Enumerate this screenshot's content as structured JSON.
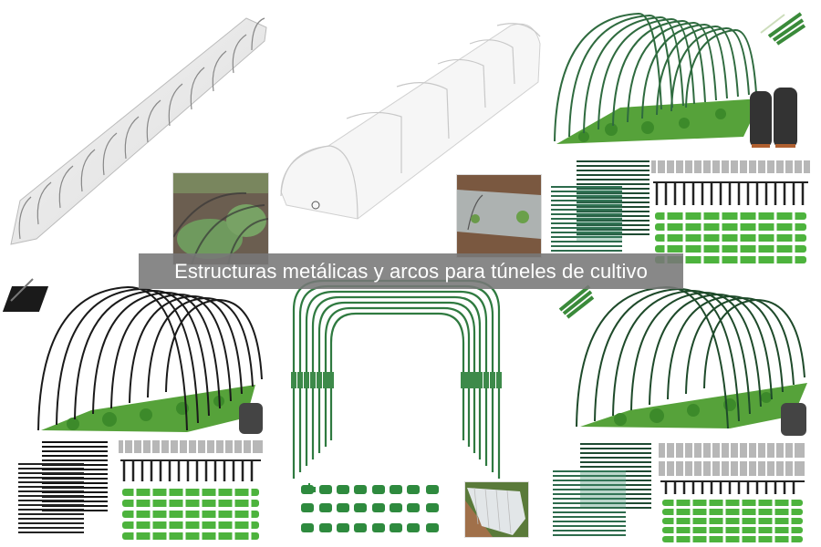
{
  "caption": {
    "text": "Estructuras metálicas y arcos para túneles de cultivo",
    "background": "#787878",
    "text_color": "#ffffff"
  },
  "grid": {
    "columns": 3,
    "rows": 2,
    "tiles": [
      {
        "id": "tile-1",
        "subject": "white mesh tunnel cloche, long diagonal",
        "inset": "mesh tunnel over lettuce"
      },
      {
        "id": "tile-2",
        "subject": "white plastic film tunnel with hoops",
        "inset": "plastic cover over soil with seedlings"
      },
      {
        "id": "tile-3",
        "subject": "green hoop arches over lettuce bed with accessory kit",
        "accessories": [
          "glove pair",
          "green tube bundle",
          "green poles",
          "grey clips",
          "black ground stakes",
          "green snap clamps"
        ]
      },
      {
        "id": "tile-4",
        "subject": "black hoop arches over lettuce bed with accessory kit",
        "accessories": [
          "single glove",
          "black tube bundle",
          "black poles",
          "grey clips",
          "black ground stakes",
          "green snap clamps"
        ]
      },
      {
        "id": "tile-5",
        "subject": "green U-shaped greenhouse hoops with connectors",
        "accessories": [
          "green T clips x24"
        ],
        "inset": "net-covered tunnel in garden"
      },
      {
        "id": "tile-6",
        "subject": "green hoop arches over lettuce bed with accessory kit",
        "accessories": [
          "single glove",
          "green tube bundle",
          "green poles",
          "grey clips x2 rows",
          "black ground stakes",
          "green snap clamps"
        ]
      }
    ]
  },
  "colors": {
    "hoop_green": "#2f6b3f",
    "hoop_black": "#1a1a1a",
    "lettuce": "#4e9a2f",
    "clip_green": "#4db33d",
    "stake_black": "#222222",
    "soil": "#6b4b35"
  }
}
